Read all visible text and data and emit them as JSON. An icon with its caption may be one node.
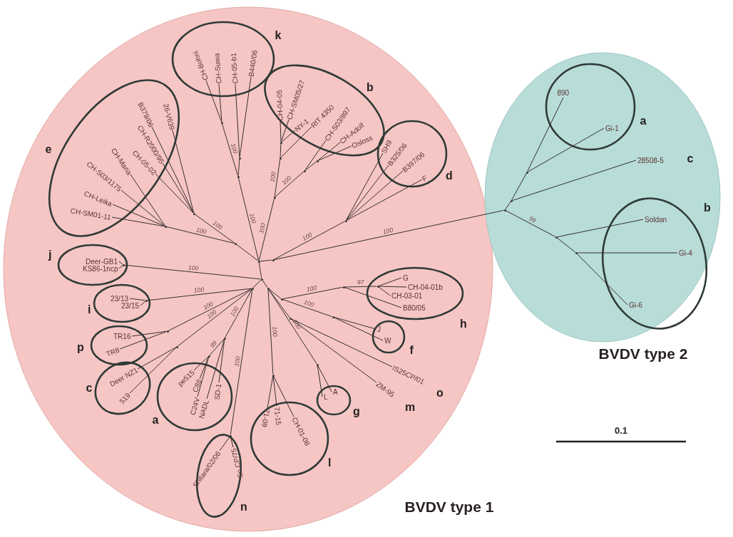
{
  "diagram": {
    "nodes": [
      {
        "text": [
          "BVDV type 1"
        ]
      },
      {
        "text": [
          "BVDV type 2"
        ]
      },
      {
        "text": [
          "k"
        ],
        "in": 0
      },
      {
        "text": [
          "CH-Bohni"
        ],
        "in": 2
      },
      {
        "text": [
          "CH-Suwa"
        ],
        "in": 2
      },
      {
        "text": [
          "CH-05-b1"
        ],
        "in": 2
      },
      {
        "text": [
          "B440/06"
        ],
        "in": 2
      },
      {
        "text": [
          "e"
        ],
        "in": 0
      },
      {
        "text": [
          "26-V639"
        ],
        "in": 7
      },
      {
        "text": [
          "B379/06"
        ],
        "in": 7
      },
      {
        "text": [
          "CH-R2000/95"
        ],
        "in": 7
      },
      {
        "text": [
          "CH-05-02"
        ],
        "in": 7
      },
      {
        "text": [
          "CH-Maria"
        ],
        "in": 7
      },
      {
        "text": [
          "CH-S03/1175"
        ],
        "in": 7
      },
      {
        "text": [
          "CH-Leika"
        ],
        "in": 7
      },
      {
        "text": [
          "CH-SM01-11"
        ],
        "in": 7
      },
      {
        "text": [
          "b"
        ],
        "in": 0
      },
      {
        "text": [
          "CH-04-05"
        ],
        "in": 16
      },
      {
        "text": [
          "CH-SM05/27"
        ],
        "in": 16
      },
      {
        "text": [
          "NY-1"
        ],
        "in": 16
      },
      {
        "text": [
          "RIT 4350"
        ],
        "in": 16
      },
      {
        "text": [
          "CH-S03/897"
        ],
        "in": 16
      },
      {
        "text": [
          "CH-Adolf"
        ],
        "in": 16
      },
      {
        "text": [
          "Osloss"
        ],
        "in": 16
      },
      {
        "text": [
          "d"
        ],
        "in": 0
      },
      {
        "text": [
          "SH9"
        ],
        "in": 24
      },
      {
        "text": [
          "B325/06"
        ],
        "in": 24
      },
      {
        "text": [
          "B397/06"
        ],
        "in": 24
      },
      {
        "text": [
          "F"
        ],
        "in": 24
      },
      {
        "text": [
          "j"
        ],
        "in": 0
      },
      {
        "text": [
          "Deer-GB1"
        ],
        "in": 29
      },
      {
        "text": [
          "KS86-1ncp"
        ],
        "in": 29
      },
      {
        "text": [
          "i"
        ],
        "in": 0
      },
      {
        "text": [
          "23/13"
        ],
        "in": 32
      },
      {
        "text": [
          "23/15"
        ],
        "in": 32
      },
      {
        "text": [
          "h"
        ],
        "in": 0
      },
      {
        "text": [
          "G"
        ],
        "in": 35
      },
      {
        "text": [
          "CH-04-01b"
        ],
        "in": 35
      },
      {
        "text": [
          "CH-03-01"
        ],
        "in": 35
      },
      {
        "text": [
          "B80/05"
        ],
        "in": 35
      },
      {
        "text": [
          "p"
        ],
        "in": 0
      },
      {
        "text": [
          "TR16"
        ],
        "in": 40
      },
      {
        "text": [
          "TR8"
        ],
        "in": 40
      },
      {
        "text": [
          "f"
        ],
        "in": 0
      },
      {
        "text": [
          "J"
        ],
        "in": 43
      },
      {
        "text": [
          "W"
        ],
        "in": 43
      },
      {
        "text": [
          "c"
        ],
        "in": 0
      },
      {
        "text": [
          "Deer NZ1"
        ],
        "in": 46
      },
      {
        "text": [
          "519"
        ],
        "in": 46
      },
      {
        "text": [
          "IS25CP/01"
        ],
        "in": 0,
        "beside": [
          "o"
        ]
      },
      {
        "text": [
          "a"
        ],
        "in": 0
      },
      {
        "text": [
          "pe515"
        ],
        "in": 50
      },
      {
        "text": [
          "C86"
        ],
        "in": 50
      },
      {
        "text": [
          "C24V"
        ],
        "in": 50
      },
      {
        "text": [
          "NADL"
        ],
        "in": 50
      },
      {
        "text": [
          "SD-1"
        ],
        "in": 50
      },
      {
        "text": [
          "ZM-95"
        ],
        "in": 0,
        "beside": [
          "m"
        ]
      },
      {
        "text": [
          "g"
        ],
        "in": 0
      },
      {
        "text": [
          "A"
        ],
        "in": 57
      },
      {
        "text": [
          "L"
        ],
        "in": 57
      },
      {
        "text": [
          "l"
        ],
        "in": 0
      },
      {
        "text": [
          "71-09"
        ],
        "in": 60
      },
      {
        "text": [
          "71-15"
        ],
        "in": 60
      },
      {
        "text": [
          "CH-01-08"
        ],
        "in": 60
      },
      {
        "text": [
          "n"
        ],
        "in": 0
      },
      {
        "text": [
          "Shitara/02/06"
        ],
        "in": 64
      },
      {
        "text": [
          "So CP/75"
        ],
        "in": 64
      },
      {
        "text": [
          "a"
        ],
        "in": 1
      },
      {
        "text": [
          "890"
        ],
        "in": 67
      },
      {
        "text": [
          "Gi-1"
        ],
        "in": 67
      },
      {
        "text": [
          "28508-5"
        ],
        "in": 1,
        "beside": [
          "c"
        ]
      },
      {
        "text": [
          "b"
        ],
        "in": 1
      },
      {
        "text": [
          "Soldan"
        ],
        "in": 71
      },
      {
        "text": [
          "Gi-4"
        ],
        "in": 71
      },
      {
        "text": [
          "Gi-6"
        ],
        "in": 71
      },
      {
        "text": [],
        "shape": "point",
        "in": 0
      },
      {
        "text": [],
        "shape": "point",
        "in": 0
      },
      {
        "text": [],
        "shape": "point",
        "in": 0
      },
      {
        "text": [],
        "shape": "point",
        "in": 0
      },
      {
        "text": [],
        "shape": "point",
        "in": 0
      },
      {
        "text": [],
        "shape": "point",
        "in": 0
      },
      {
        "text": [],
        "shape": "point",
        "in": 0
      },
      {
        "text": [],
        "shape": "point",
        "in": 0
      },
      {
        "text": [],
        "shape": "point",
        "in": 0
      },
      {
        "text": [],
        "shape": "point",
        "in": 0
      },
      {
        "text": [],
        "shape": "point",
        "in": 0
      },
      {
        "text": [],
        "shape": "point",
        "in": 0
      },
      {
        "text": [],
        "shape": "point",
        "in": 0
      },
      {
        "text": [],
        "shape": "point",
        "in": 0
      },
      {
        "text": [],
        "shape": "point",
        "in": 0
      },
      {
        "text": [],
        "shape": "point",
        "in": 0
      },
      {
        "text": [],
        "shape": "point",
        "in": 0
      },
      {
        "text": [],
        "shape": "point",
        "in": 29
      },
      {
        "text": [],
        "shape": "point",
        "in": 32
      },
      {
        "text": [],
        "shape": "point",
        "in": 0
      },
      {
        "text": [],
        "shape": "point",
        "in": 0
      },
      {
        "text": [],
        "shape": "point",
        "in": 0
      },
      {
        "text": [],
        "shape": "point",
        "in": 0
      },
      {
        "text": [],
        "shape": "point",
        "in": 0
      },
      {
        "text": [],
        "shape": "point",
        "in": 0
      },
      {
        "text": [],
        "shape": "point",
        "in": 0
      },
      {
        "text": [],
        "shape": "point",
        "in": 0
      },
      {
        "text": [],
        "shape": "point",
        "in": 0
      },
      {
        "text": [],
        "shape": "point",
        "in": 35
      },
      {
        "text": [],
        "shape": "point",
        "in": 0
      },
      {
        "text": [],
        "shape": "point",
        "in": 0
      },
      {
        "text": [],
        "shape": "point",
        "in": 1
      },
      {
        "text": [],
        "shape": "point",
        "in": 1
      },
      {
        "text": [],
        "shape": "point",
        "in": 1
      },
      {
        "text": [],
        "shape": "point",
        "in": 1
      },
      {
        "text": [],
        "shape": "point",
        "in": 1
      }
    ],
    "edges": [
      {
        "from": 75,
        "to": 76,
        "arrow": "none"
      },
      {
        "from": 75,
        "to": 79,
        "arrow": "none",
        "label": "100"
      },
      {
        "from": 79,
        "to": 81,
        "arrow": "none",
        "label": "100"
      },
      {
        "from": 79,
        "to": 80,
        "arrow": "none"
      },
      {
        "from": 81,
        "to": 3,
        "arrow": "none"
      },
      {
        "from": 81,
        "to": 4,
        "arrow": "none"
      },
      {
        "from": 80,
        "to": 5,
        "arrow": "none"
      },
      {
        "from": 80,
        "to": 6,
        "arrow": "none"
      },
      {
        "from": 75,
        "to": 82,
        "arrow": "none"
      },
      {
        "from": 82,
        "to": 83,
        "arrow": "none",
        "label": "100"
      },
      {
        "from": 82,
        "to": 84,
        "arrow": "none",
        "label": "100"
      },
      {
        "from": 83,
        "to": 8,
        "arrow": "none"
      },
      {
        "from": 83,
        "to": 9,
        "arrow": "none"
      },
      {
        "from": 83,
        "to": 10,
        "arrow": "none"
      },
      {
        "from": 83,
        "to": 11,
        "arrow": "none"
      },
      {
        "from": 84,
        "to": 12,
        "arrow": "none"
      },
      {
        "from": 84,
        "to": 13,
        "arrow": "none"
      },
      {
        "from": 84,
        "to": 14,
        "arrow": "none"
      },
      {
        "from": 84,
        "to": 15,
        "arrow": "none"
      },
      {
        "from": 75,
        "to": 85,
        "arrow": "none",
        "label": "100"
      },
      {
        "from": 85,
        "to": 86,
        "arrow": "none",
        "label": "100"
      },
      {
        "from": 85,
        "to": 88,
        "arrow": "none",
        "label": "100"
      },
      {
        "from": 86,
        "to": 87,
        "arrow": "none"
      },
      {
        "from": 87,
        "to": 17,
        "arrow": "none"
      },
      {
        "from": 87,
        "to": 18,
        "arrow": "none"
      },
      {
        "from": 87,
        "to": 19,
        "arrow": "none"
      },
      {
        "from": 86,
        "to": 20,
        "arrow": "none"
      },
      {
        "from": 88,
        "to": 21,
        "arrow": "none"
      },
      {
        "from": 88,
        "to": 89,
        "arrow": "none"
      },
      {
        "from": 89,
        "to": 22,
        "arrow": "none"
      },
      {
        "from": 89,
        "to": 23,
        "arrow": "none"
      },
      {
        "from": 75,
        "to": 90,
        "arrow": "none"
      },
      {
        "from": 90,
        "to": 91,
        "arrow": "none",
        "label": "100"
      },
      {
        "from": 91,
        "to": 25,
        "arrow": "none"
      },
      {
        "from": 91,
        "to": 26,
        "arrow": "none"
      },
      {
        "from": 91,
        "to": 27,
        "arrow": "none"
      },
      {
        "from": 91,
        "to": 28,
        "arrow": "none"
      },
      {
        "from": 90,
        "to": 106,
        "arrow": "none",
        "label": "100"
      },
      {
        "from": 106,
        "to": 107,
        "arrow": "none"
      },
      {
        "from": 107,
        "to": 108,
        "arrow": "none"
      },
      {
        "from": 108,
        "to": 68,
        "arrow": "none"
      },
      {
        "from": 108,
        "to": 69,
        "arrow": "none"
      },
      {
        "from": 107,
        "to": 70,
        "arrow": "none"
      },
      {
        "from": 106,
        "to": 109,
        "arrow": "none",
        "label": "99"
      },
      {
        "from": 109,
        "to": 72,
        "arrow": "none"
      },
      {
        "from": 109,
        "to": 110,
        "arrow": "none"
      },
      {
        "from": 110,
        "to": 73,
        "arrow": "none"
      },
      {
        "from": 110,
        "to": 74,
        "arrow": "none"
      },
      {
        "from": 76,
        "to": 92,
        "arrow": "none",
        "label": "100"
      },
      {
        "from": 92,
        "to": 30,
        "arrow": "none"
      },
      {
        "from": 92,
        "to": 31,
        "arrow": "none"
      },
      {
        "from": 76,
        "to": 77,
        "arrow": "none"
      },
      {
        "from": 77,
        "to": 93,
        "arrow": "none",
        "label": "100"
      },
      {
        "from": 93,
        "to": 33,
        "arrow": "none"
      },
      {
        "from": 93,
        "to": 34,
        "arrow": "none"
      },
      {
        "from": 77,
        "to": 94,
        "arrow": "none",
        "label": "100"
      },
      {
        "from": 94,
        "to": 41,
        "arrow": "none"
      },
      {
        "from": 94,
        "to": 42,
        "arrow": "none"
      },
      {
        "from": 77,
        "to": 95,
        "arrow": "none",
        "label": "100"
      },
      {
        "from": 95,
        "to": 47,
        "arrow": "none"
      },
      {
        "from": 95,
        "to": 48,
        "arrow": "none"
      },
      {
        "from": 77,
        "to": 96,
        "arrow": "none",
        "label": "100"
      },
      {
        "from": 96,
        "to": 97,
        "arrow": "none",
        "label": "99"
      },
      {
        "from": 97,
        "to": 51,
        "arrow": "none"
      },
      {
        "from": 97,
        "to": 52,
        "arrow": "none"
      },
      {
        "from": 97,
        "to": 53,
        "arrow": "none"
      },
      {
        "from": 96,
        "to": 54,
        "arrow": "none"
      },
      {
        "from": 96,
        "to": 55,
        "arrow": "none"
      },
      {
        "from": 77,
        "to": 98,
        "arrow": "none",
        "label": "100"
      },
      {
        "from": 98,
        "to": 65,
        "arrow": "none"
      },
      {
        "from": 98,
        "to": 66,
        "arrow": "none"
      },
      {
        "from": 76,
        "to": 78,
        "arrow": "none"
      },
      {
        "from": 78,
        "to": 99,
        "arrow": "none",
        "label": "100"
      },
      {
        "from": 99,
        "to": 61,
        "arrow": "none"
      },
      {
        "from": 99,
        "to": 62,
        "arrow": "none"
      },
      {
        "from": 99,
        "to": 63,
        "arrow": "none"
      },
      {
        "from": 78,
        "to": 100,
        "arrow": "none",
        "label": "100"
      },
      {
        "from": 100,
        "to": 58,
        "arrow": "none"
      },
      {
        "from": 100,
        "to": 59,
        "arrow": "none"
      },
      {
        "from": 78,
        "to": 105,
        "arrow": "none"
      },
      {
        "from": 105,
        "to": 49,
        "arrow": "none"
      },
      {
        "from": 105,
        "to": 56,
        "arrow": "none"
      },
      {
        "from": 78,
        "to": 101,
        "arrow": "none"
      },
      {
        "from": 101,
        "to": 104,
        "arrow": "none",
        "label": "100"
      },
      {
        "from": 104,
        "to": 44,
        "arrow": "none"
      },
      {
        "from": 104,
        "to": 45,
        "arrow": "none"
      },
      {
        "from": 101,
        "to": 102,
        "arrow": "none",
        "label": "100"
      },
      {
        "from": 102,
        "to": 103,
        "arrow": "none",
        "label": "97"
      },
      {
        "from": 103,
        "to": 36,
        "arrow": "none"
      },
      {
        "from": 103,
        "to": 37,
        "arrow": "none"
      },
      {
        "from": 103,
        "to": 38,
        "arrow": "none"
      },
      {
        "from": 102,
        "to": 39,
        "arrow": "none"
      }
    ],
    "labels": [
      "0.1"
    ]
  }
}
